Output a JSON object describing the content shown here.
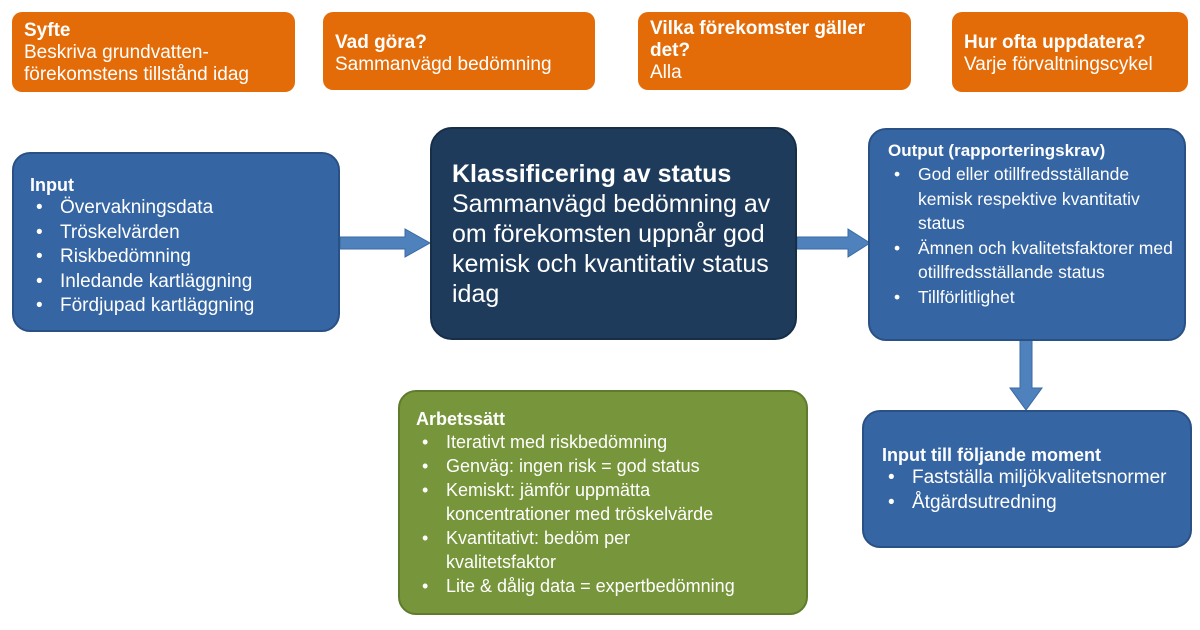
{
  "top": [
    {
      "title": "Syfte",
      "body": [
        "Beskriva grundvatten-",
        "förekomstens tillstånd idag"
      ]
    },
    {
      "title": "Vad göra?",
      "body": [
        "Sammanvägd bedömning"
      ]
    },
    {
      "title": "Vilka förekomster gäller det?",
      "body": [
        "Alla"
      ]
    },
    {
      "title": "Hur ofta uppdatera?",
      "body": [
        "Varje förvaltningscykel"
      ]
    }
  ],
  "input": {
    "title": "Input",
    "items": [
      "Övervakningsdata",
      "Tröskelvärden",
      "Riskbedömning",
      "Inledande kartläggning",
      "Fördjupad kartläggning"
    ]
  },
  "center": {
    "title": "Klassificering av status",
    "body": "Sammanvägd bedömning av om förekomsten uppnår god kemisk och kvantitativ status idag"
  },
  "output": {
    "title": "Output (rapporteringskrav)",
    "items": [
      "God eller otillfredsställande kemisk respektive kvantitativ status",
      "Ämnen och kvalitetsfaktorer med otillfredsställande status",
      "Tillförlitlighet"
    ]
  },
  "method": {
    "title": "Arbetssätt",
    "items": [
      "Iterativt med riskbedömning",
      "Genväg: ingen risk = god status",
      "Kemiskt: jämför uppmätta koncentrationer med tröskelvärde",
      "Kvantitativt: bedöm per kvalitetsfaktor",
      "Lite & dålig data = expertbedömning"
    ]
  },
  "next": {
    "title": "Input till följande moment",
    "items": [
      "Fastställa miljökvalitetsnormer",
      "Åtgärdsutredning"
    ]
  },
  "colors": {
    "orange": "#E36C09",
    "blue": "#3565A2",
    "navy": "#1F3B5C",
    "green": "#77953A",
    "arrow": "#4F81BD"
  }
}
